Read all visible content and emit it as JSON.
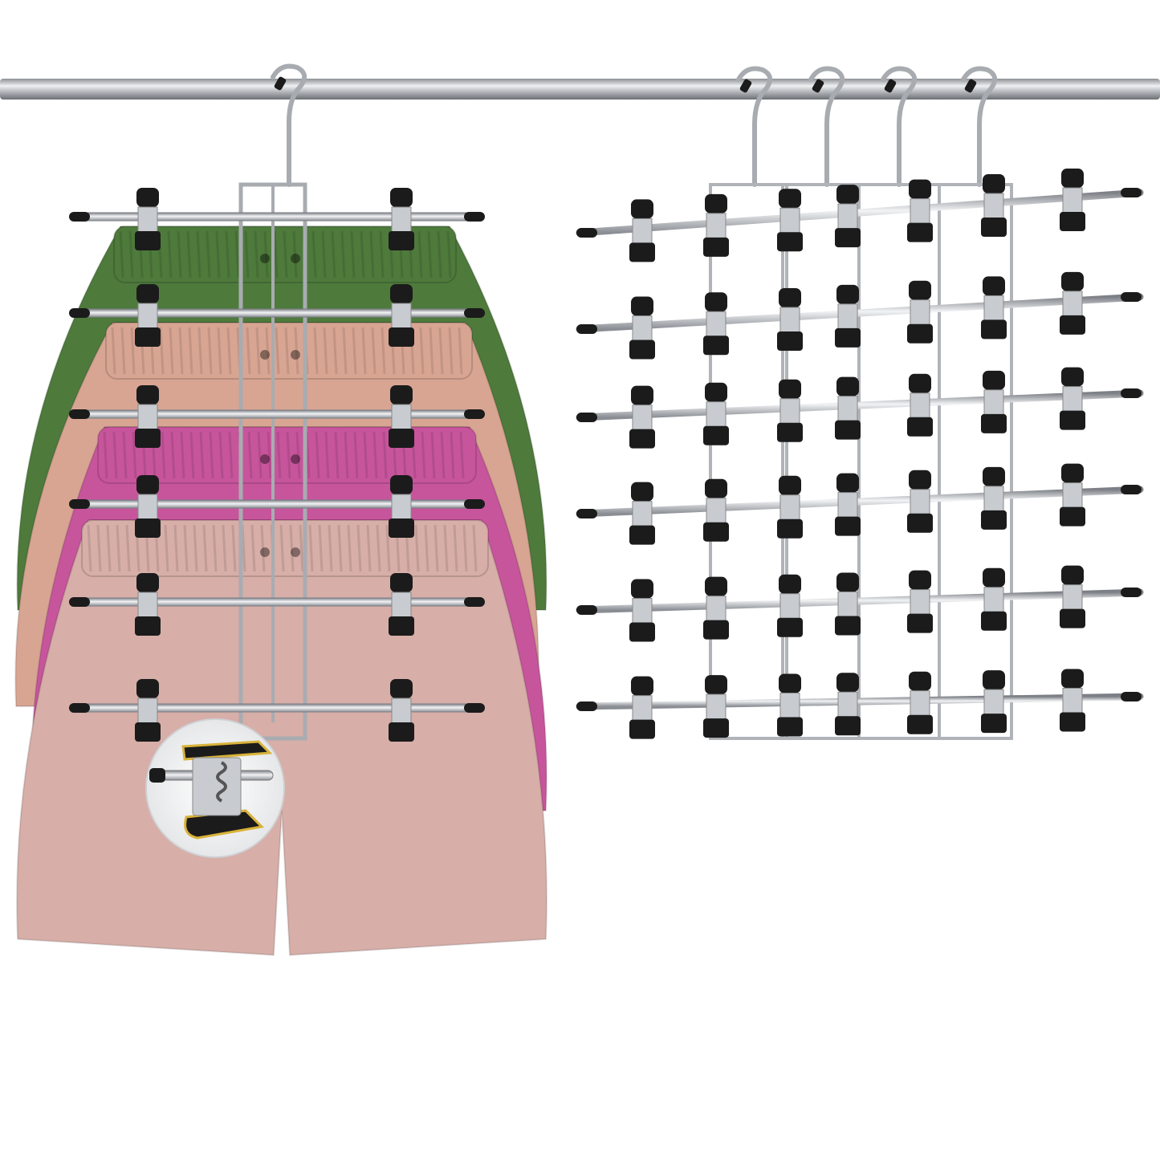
{
  "scene": {
    "background": "#ffffff",
    "rod_color": "#b9bcc0",
    "metal_color": "#c8ccd1",
    "clip_color": "#1b1b1b",
    "shorts": [
      {
        "name": "green-shorts",
        "color": "#4e7a3c"
      },
      {
        "name": "peach-shorts",
        "color": "#d8a593"
      },
      {
        "name": "magenta-shorts",
        "color": "#c7559c"
      },
      {
        "name": "blush-shorts",
        "color": "#d7aea8"
      }
    ],
    "detail_inset_icon": "clip-closeup-icon"
  }
}
